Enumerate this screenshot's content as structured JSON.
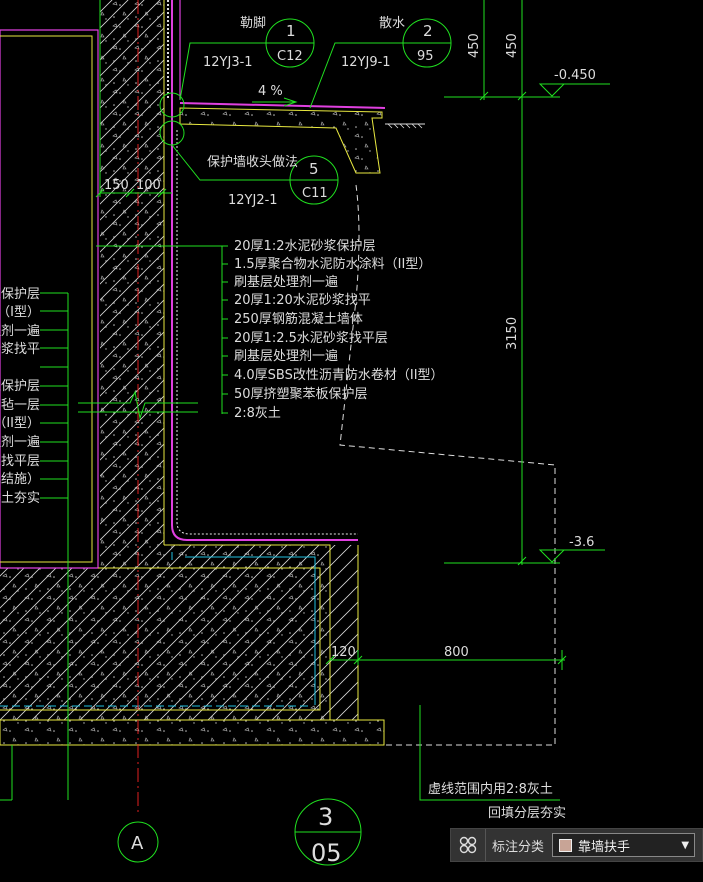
{
  "details": {
    "d1": {
      "title": "勒脚",
      "num": "1",
      "page": "C12",
      "atlas": "12YJ3-1"
    },
    "d2": {
      "title": "散水",
      "num": "2",
      "page": "95",
      "atlas": "12YJ9-1"
    },
    "d5": {
      "title": "保护墙收头做法",
      "num": "5",
      "page": "C11",
      "atlas": "12YJ2-1"
    }
  },
  "slope": "4 %",
  "dims": {
    "wall_left": "150",
    "wall_right": "100",
    "top_1": "450",
    "top_2": "450",
    "height": "3150",
    "foot_left": "120",
    "foot_right": "800"
  },
  "elevations": {
    "top": "-0.450",
    "bottom": "-3.6"
  },
  "layers": [
    "20厚1:2水泥砂浆保护层",
    "1.5厚聚合物水泥防水涂料（II型）",
    "刷基层处理剂一遍",
    "20厚1:20水泥砂浆找平",
    "250厚钢筋混凝土墙体",
    "20厚1:2.5水泥砂浆找平层",
    "刷基层处理剂一遍",
    "4.0厚SBS改性沥青防水卷材（II型）",
    "50厚挤塑聚苯板保护层",
    "2:8灰土"
  ],
  "left_layers": [
    "浆保护层",
    "（I型）",
    "理剂一遍",
    "砂浆找平",
    "土保护层",
    "油毡一层",
    "（II型）",
    "理剂一遍",
    "浆找平层",
    "见结施）",
    "季土夯实"
  ],
  "note": [
    "虚线范围内用2:8灰土",
    "回填分层夯实"
  ],
  "axis": "A",
  "section": {
    "num": "3",
    "page": "05"
  },
  "panel": {
    "label": "标注分类",
    "value": "靠墙扶手",
    "swatch": "#c8a496"
  }
}
